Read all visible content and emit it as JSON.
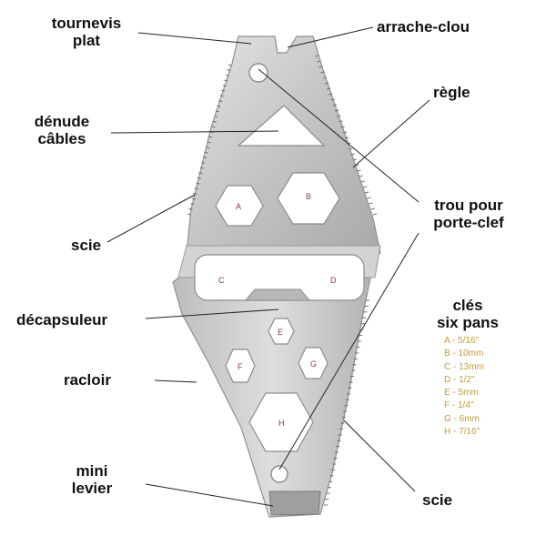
{
  "labels": {
    "tournevis_plat": [
      "tournevis",
      "plat"
    ],
    "arrache_clou": "arrache-clou",
    "regle": "règle",
    "denude_cables": [
      "dénude",
      "câbles"
    ],
    "scie_left": "scie",
    "trou_porte_clef": [
      "trou pour",
      "porte-clef"
    ],
    "decapsuleur": "décapsuleur",
    "cles_six_pans": [
      "clés",
      "six pans"
    ],
    "racloir": "racloir",
    "mini_levier": [
      "mini",
      "levier"
    ],
    "scie_right": "scie"
  },
  "key_sizes": [
    "A - 5/16\"",
    "B - 10mm",
    "C - 13mm",
    "D - 1/2\"",
    "E - 5mm",
    "F - 1/4\"",
    "G - 6mm",
    "H - 7/16\""
  ],
  "hex_letters": [
    "A",
    "B",
    "C",
    "D",
    "E",
    "F",
    "G",
    "H"
  ],
  "colors": {
    "tool_metal": "#c9c9c9",
    "label_text": "#111111",
    "key_list_text": "#c49a3a",
    "hex_letter": "#8a3a3a"
  }
}
